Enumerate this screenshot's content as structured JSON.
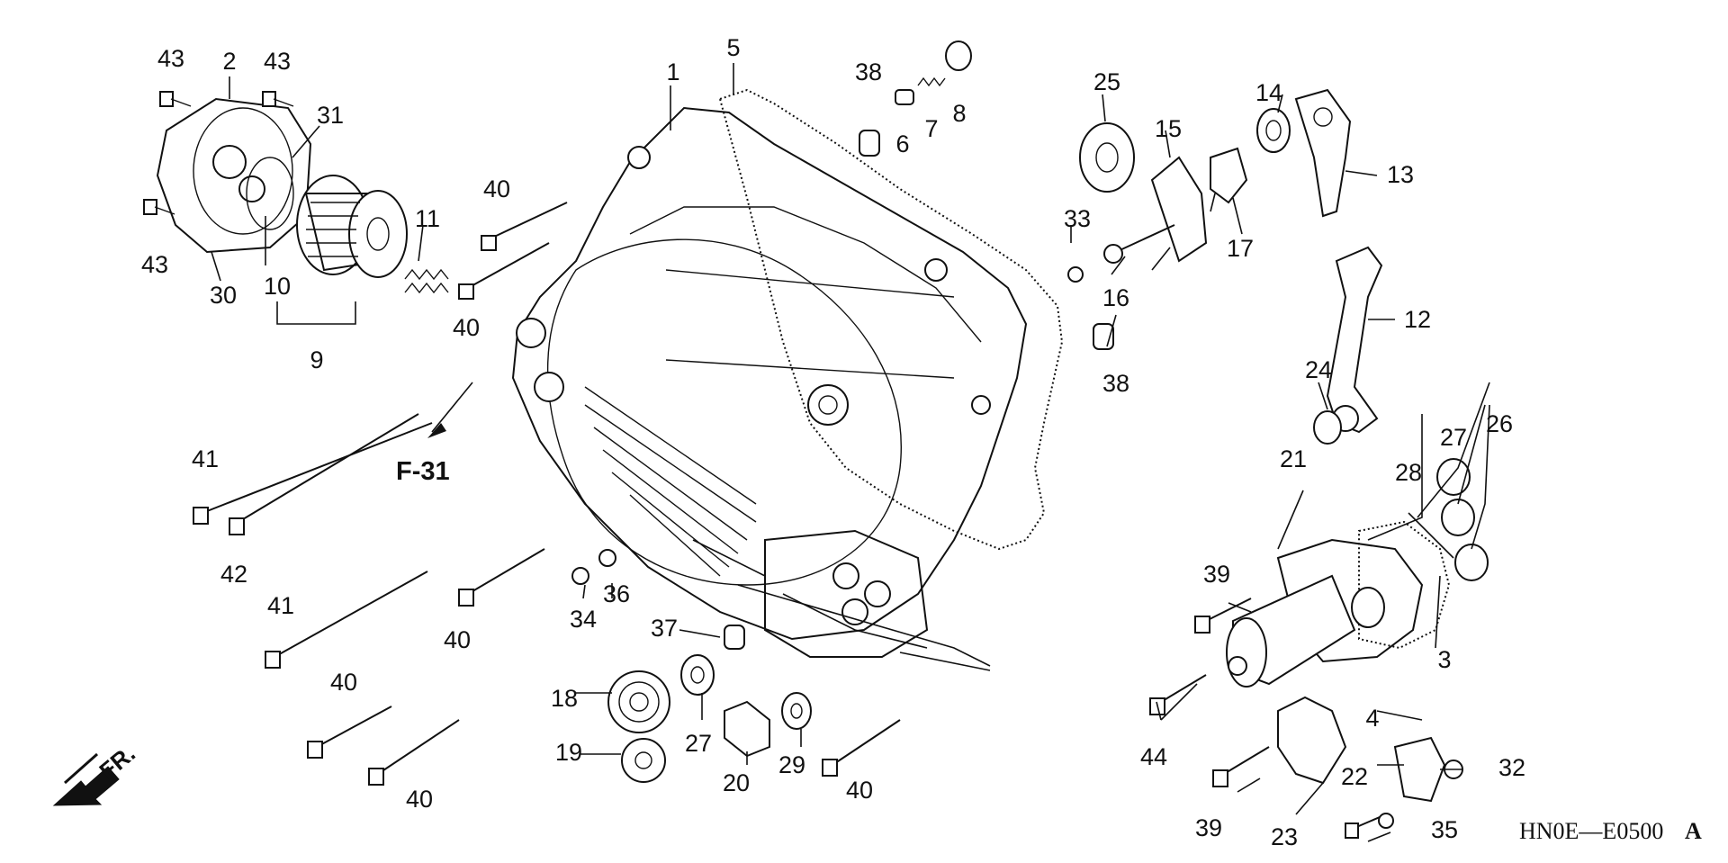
{
  "drawing": {
    "ref_code": "HN0E—E0500",
    "ref_suffix": "A",
    "front_label": "FR.",
    "fig_ref": "F-31"
  },
  "callouts": [
    "1",
    "2",
    "3",
    "4",
    "5",
    "6",
    "7",
    "8",
    "9",
    "10",
    "11",
    "12",
    "13",
    "14",
    "15",
    "16",
    "17",
    "18",
    "19",
    "20",
    "21",
    "22",
    "23",
    "24",
    "25",
    "26",
    "27",
    "28",
    "29",
    "30",
    "31",
    "32",
    "33",
    "34",
    "35",
    "36",
    "37",
    "38",
    "39",
    "40",
    "41",
    "42",
    "43",
    "44"
  ],
  "colors": {
    "ink": "#111111",
    "paper": "#ffffff"
  }
}
